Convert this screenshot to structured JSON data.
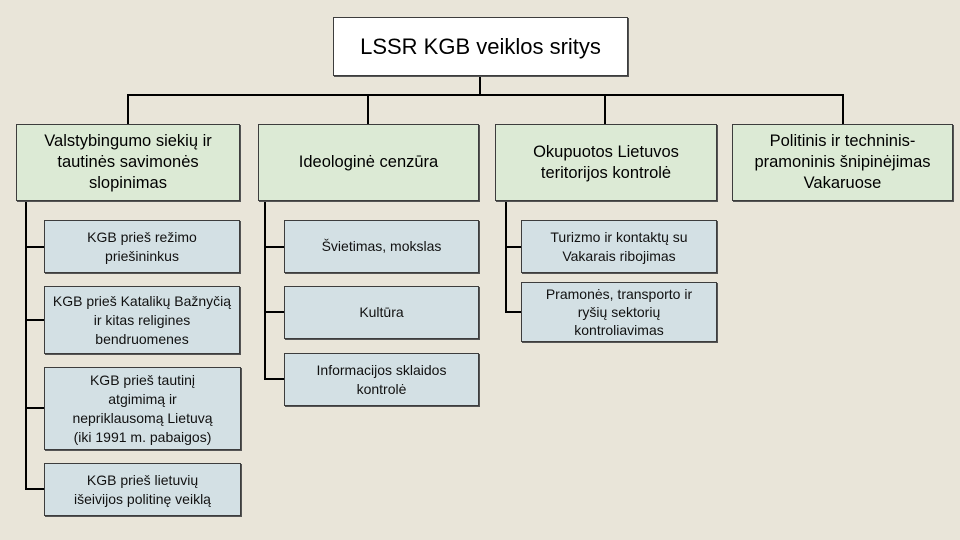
{
  "root": "LSSR KGB veiklos sritys",
  "branches": [
    {
      "title": "Valstybingumo siekių ir tautinės savimonės slopinimas",
      "children": [
        "KGB prieš režimo priešininkus",
        "KGB prieš Katalikų Bažnyčią ir kitas religines bendruomenes",
        "KGB prieš tautinį atgimimą ir nepriklausomą Lietuvą (iki 1991 m. pabaigos)",
        "KGB prieš lietuvių išeivijos politinę veiklą"
      ]
    },
    {
      "title": "Ideologinė cenzūra",
      "children": [
        "Švietimas, mokslas",
        "Kultūra",
        "Informacijos sklaidos kontrolė"
      ]
    },
    {
      "title": "Okupuotos Lietuvos teritorijos kontrolė",
      "children": [
        "Turizmo ir kontaktų su Vakarais ribojimas",
        "Pramonės, transporto ir ryšių sektorių kontroliavimas"
      ]
    },
    {
      "title": "Politinis ir techninis-pramoninis šnipinėjimas Vakaruose",
      "children": []
    }
  ]
}
